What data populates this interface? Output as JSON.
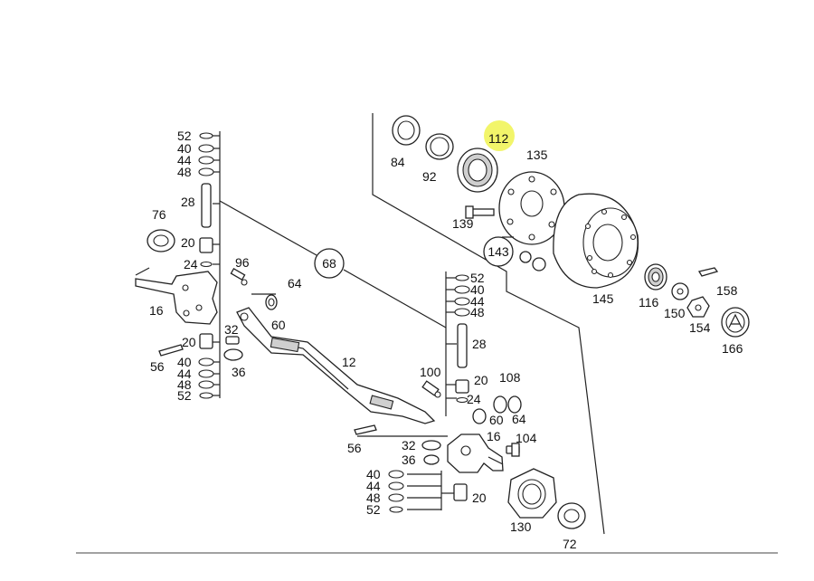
{
  "highlight_color": "#f2f56a",
  "labels": {
    "l52a": "52",
    "l40a": "40",
    "l44a": "44",
    "l48a": "48",
    "l28a": "28",
    "l76": "76",
    "l20a": "20",
    "l24a": "24",
    "l96": "96",
    "l16a": "16",
    "l32a": "32",
    "l20b": "20",
    "l56a": "56",
    "l40b": "40",
    "l44b": "44",
    "l48b": "48",
    "l52b": "52",
    "l36a": "36",
    "l64a": "64",
    "l60a": "60",
    "l68": "68",
    "l12": "12",
    "l84": "84",
    "l92": "92",
    "l112": "112",
    "l135": "135",
    "l139": "139",
    "l143": "143",
    "l145": "145",
    "l116": "116",
    "l150": "150",
    "l158": "158",
    "l154": "154",
    "l166": "166",
    "l52c": "52",
    "l40c": "40",
    "l44c": "44",
    "l48c": "48",
    "l28b": "28",
    "l100": "100",
    "l20c": "20",
    "l108": "108",
    "l24b": "24",
    "l60b": "60",
    "l64b": "64",
    "l16b": "16",
    "l104": "104",
    "l56b": "56",
    "l32b": "32",
    "l36b": "36",
    "l40d": "40",
    "l44d": "44",
    "l48d": "48",
    "l52d": "52",
    "l20d": "20",
    "l130": "130",
    "l72": "72"
  }
}
